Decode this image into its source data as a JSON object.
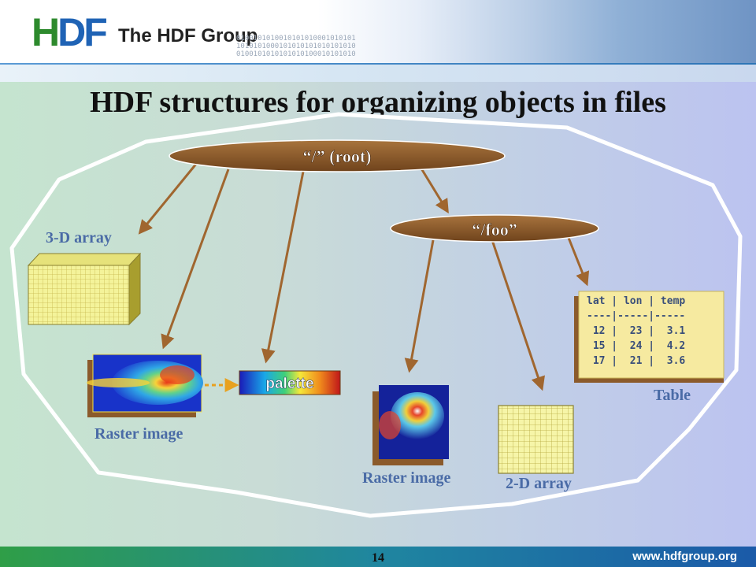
{
  "header": {
    "logo_h": "H",
    "logo_d": "D",
    "logo_f": "F",
    "org_name": "The HDF Group",
    "binary_lines": [
      "0100101010010101010001010101",
      "1010101000101010101010101010",
      "0100101010101010100010101010"
    ]
  },
  "title": "HDF structures for organizing objects in files",
  "nodes": {
    "root": "“/”  (root)",
    "foo": "“/foo”"
  },
  "labels": {
    "array3d": "3-D array",
    "raster1": "Raster image",
    "palette": "palette",
    "raster2": "Raster image",
    "array2d": "2-D array",
    "table": "Table"
  },
  "table": {
    "lines": [
      "lat | lon | temp",
      "----|-----|-----",
      " 12 |  23 |  3.1",
      " 15 |  24 |  4.2",
      " 17 |  21 |  3.6"
    ]
  },
  "footer": {
    "page_number": "14",
    "url": "www.hdfgroup.org"
  },
  "colors": {
    "node": "#8b5a2b",
    "arrow": "#a0662f",
    "label": "#4a6ba6",
    "grid_fill": "#f4f39a",
    "grid_line": "#c7b84e"
  }
}
